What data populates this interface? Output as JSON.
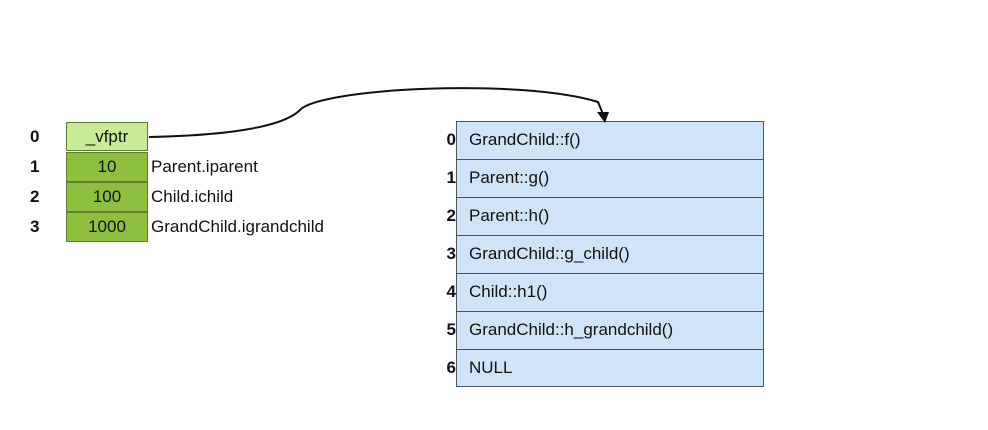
{
  "object_layout": {
    "rows": [
      {
        "index": "0",
        "value": "_vfptr",
        "label": ""
      },
      {
        "index": "1",
        "value": "10",
        "label": "Parent.iparent"
      },
      {
        "index": "2",
        "value": "100",
        "label": "Child.ichild"
      },
      {
        "index": "3",
        "value": "1000",
        "label": "GrandChild.igrandchild"
      }
    ]
  },
  "vtable": {
    "rows": [
      {
        "index": "0",
        "entry": "GrandChild::f()"
      },
      {
        "index": "1",
        "entry": "Parent::g()"
      },
      {
        "index": "2",
        "entry": "Parent::h()"
      },
      {
        "index": "3",
        "entry": "GrandChild::g_child()"
      },
      {
        "index": "4",
        "entry": "Child::h1()"
      },
      {
        "index": "5",
        "entry": "GrandChild::h_grandchild()"
      },
      {
        "index": "6",
        "entry": "NULL"
      }
    ]
  },
  "colors": {
    "vfptr_cell": "#c8ec98",
    "member_cell": "#8ebf3f",
    "vtable_cell": "#cfe5f7",
    "arrow": "#111111"
  }
}
